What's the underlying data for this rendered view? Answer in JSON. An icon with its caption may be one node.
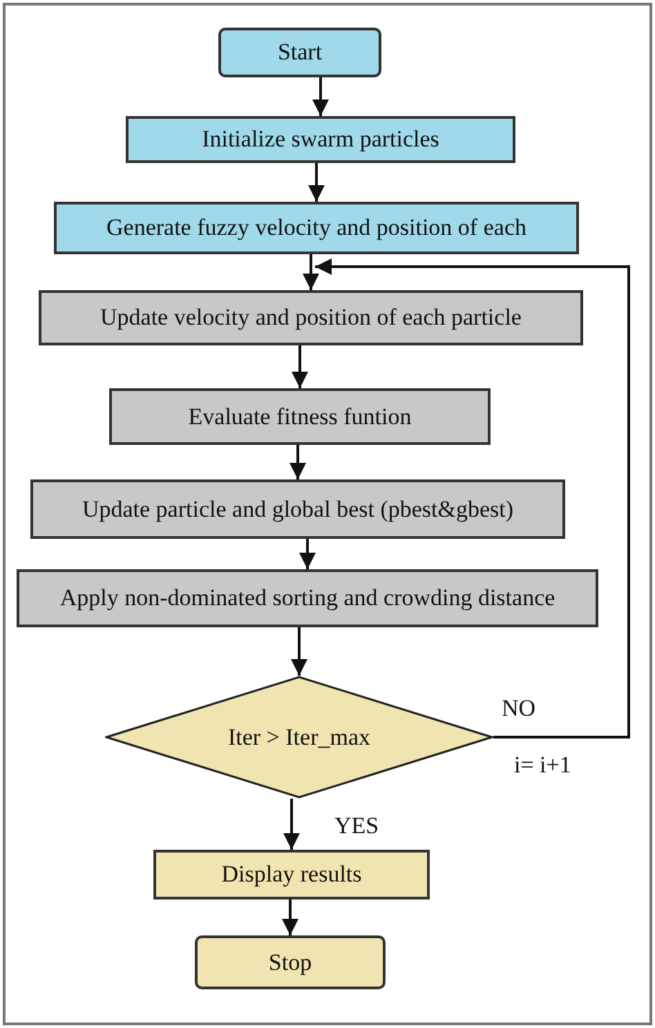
{
  "diagram": {
    "nodes": [
      {
        "text": [
          "Start"
        ]
      },
      {
        "text": [
          "Initialize swarm particles"
        ]
      },
      {
        "text": [
          "Generate fuzzy velocity and position of each"
        ]
      },
      {
        "text": [
          "Update velocity and position of each particle"
        ]
      },
      {
        "text": [
          "Evaluate fitness funtion"
        ]
      },
      {
        "text": [
          "Update particle and global best (pbest&gbest)"
        ]
      },
      {
        "text": [
          "Apply non-dominated sorting and crowding distance"
        ]
      },
      {
        "text": [
          "Iter > Iter_max"
        ]
      },
      {
        "text": [
          "Display results"
        ]
      },
      {
        "text": [
          "Stop"
        ]
      }
    ],
    "edges": [
      {
        "from": 0,
        "to": 1,
        "arrow": "to"
      },
      {
        "from": 1,
        "to": 2,
        "arrow": "to"
      },
      {
        "from": 2,
        "to": 3,
        "arrow": "to"
      },
      {
        "from": 3,
        "to": 4,
        "arrow": "to"
      },
      {
        "from": 4,
        "to": 5,
        "arrow": "to"
      },
      {
        "from": 5,
        "to": 6,
        "arrow": "to"
      },
      {
        "from": 6,
        "to": 7,
        "arrow": "to"
      },
      {
        "from": 7,
        "to": 8,
        "arrow": "to",
        "label": "YES"
      },
      {
        "from": 8,
        "to": 9,
        "arrow": "to"
      },
      {
        "from": 7,
        "to": 3,
        "arrow": "to",
        "label": "NO"
      }
    ],
    "labels": [
      "i= i+1"
    ]
  }
}
